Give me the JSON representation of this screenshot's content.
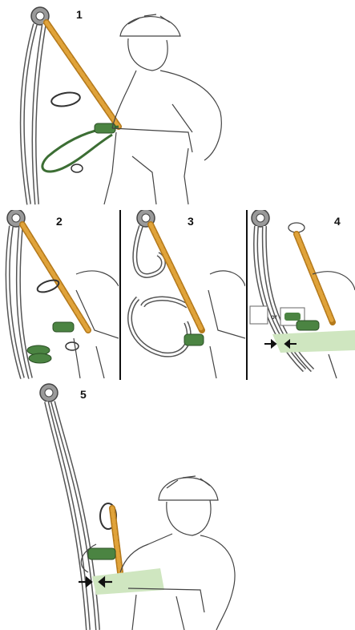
{
  "steps": [
    {
      "number": "1"
    },
    {
      "number": "2"
    },
    {
      "number": "3"
    },
    {
      "number": "4",
      "inset_label": "or"
    },
    {
      "number": "5"
    }
  ],
  "colors": {
    "rope_outline": "#555555",
    "lanyard": "#e0a33a",
    "lanyard_dark": "#b57a1c",
    "device_green": "#3c6e34",
    "hand_highlight": "#cfe6c0",
    "anchor": "#8a8a8a",
    "line": "#444444",
    "divider": "#111111"
  },
  "icons": [
    "anchor-ring-icon",
    "climber-helmet",
    "carabiner-icon",
    "arrow-icon"
  ]
}
